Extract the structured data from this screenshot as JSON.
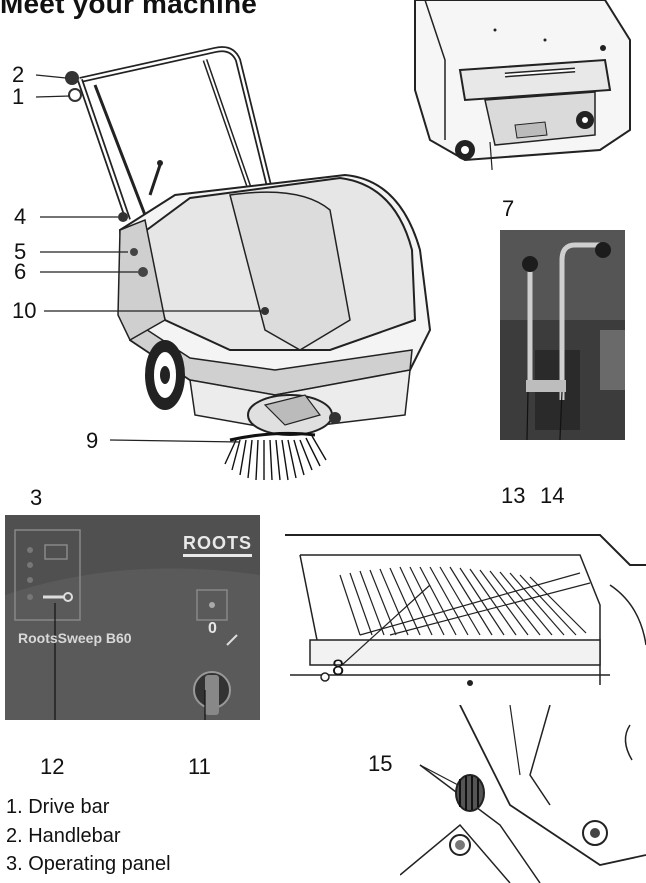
{
  "page": {
    "title": "Meet your machine"
  },
  "callouts": {
    "c1": "1",
    "c2": "2",
    "c3": "3",
    "c4": "4",
    "c5": "5",
    "c6": "6",
    "c7": "7",
    "c8": "8",
    "c9": "9",
    "c10": "10",
    "c11": "11",
    "c12": "12",
    "c13": "13",
    "c14": "14",
    "c15": "15"
  },
  "panel": {
    "brand": "ROOTS",
    "model": "RootsSweep B60",
    "key_position": "0"
  },
  "legend": [
    "1. Drive bar",
    "2. Handlebar",
    "3. Operating panel"
  ]
}
